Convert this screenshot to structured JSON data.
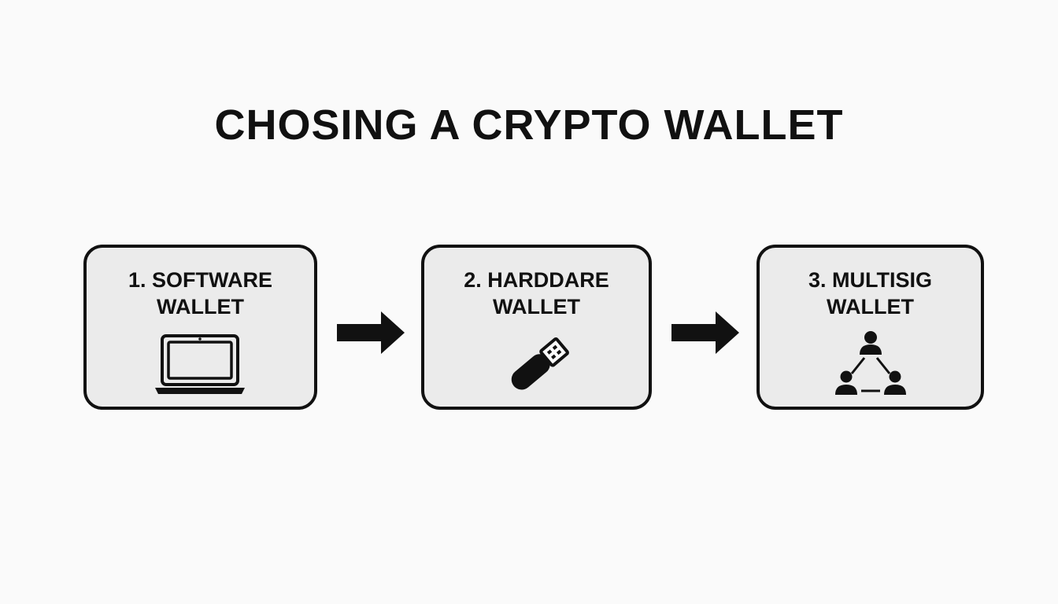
{
  "title": "CHOSING A CRYPTO WALLET",
  "steps": [
    {
      "line1": "1. SOFTWARE",
      "line2": "WALLET",
      "icon": "laptop-icon"
    },
    {
      "line1": "2. HARDDARE",
      "line2": "WALLET",
      "icon": "usb-drive-icon"
    },
    {
      "line1": "3. MULTISIG",
      "line2": "WALLET",
      "icon": "multisig-network-icon"
    }
  ],
  "colors": {
    "background": "#fafafa",
    "card_fill": "#ebebeb",
    "stroke": "#111111"
  }
}
